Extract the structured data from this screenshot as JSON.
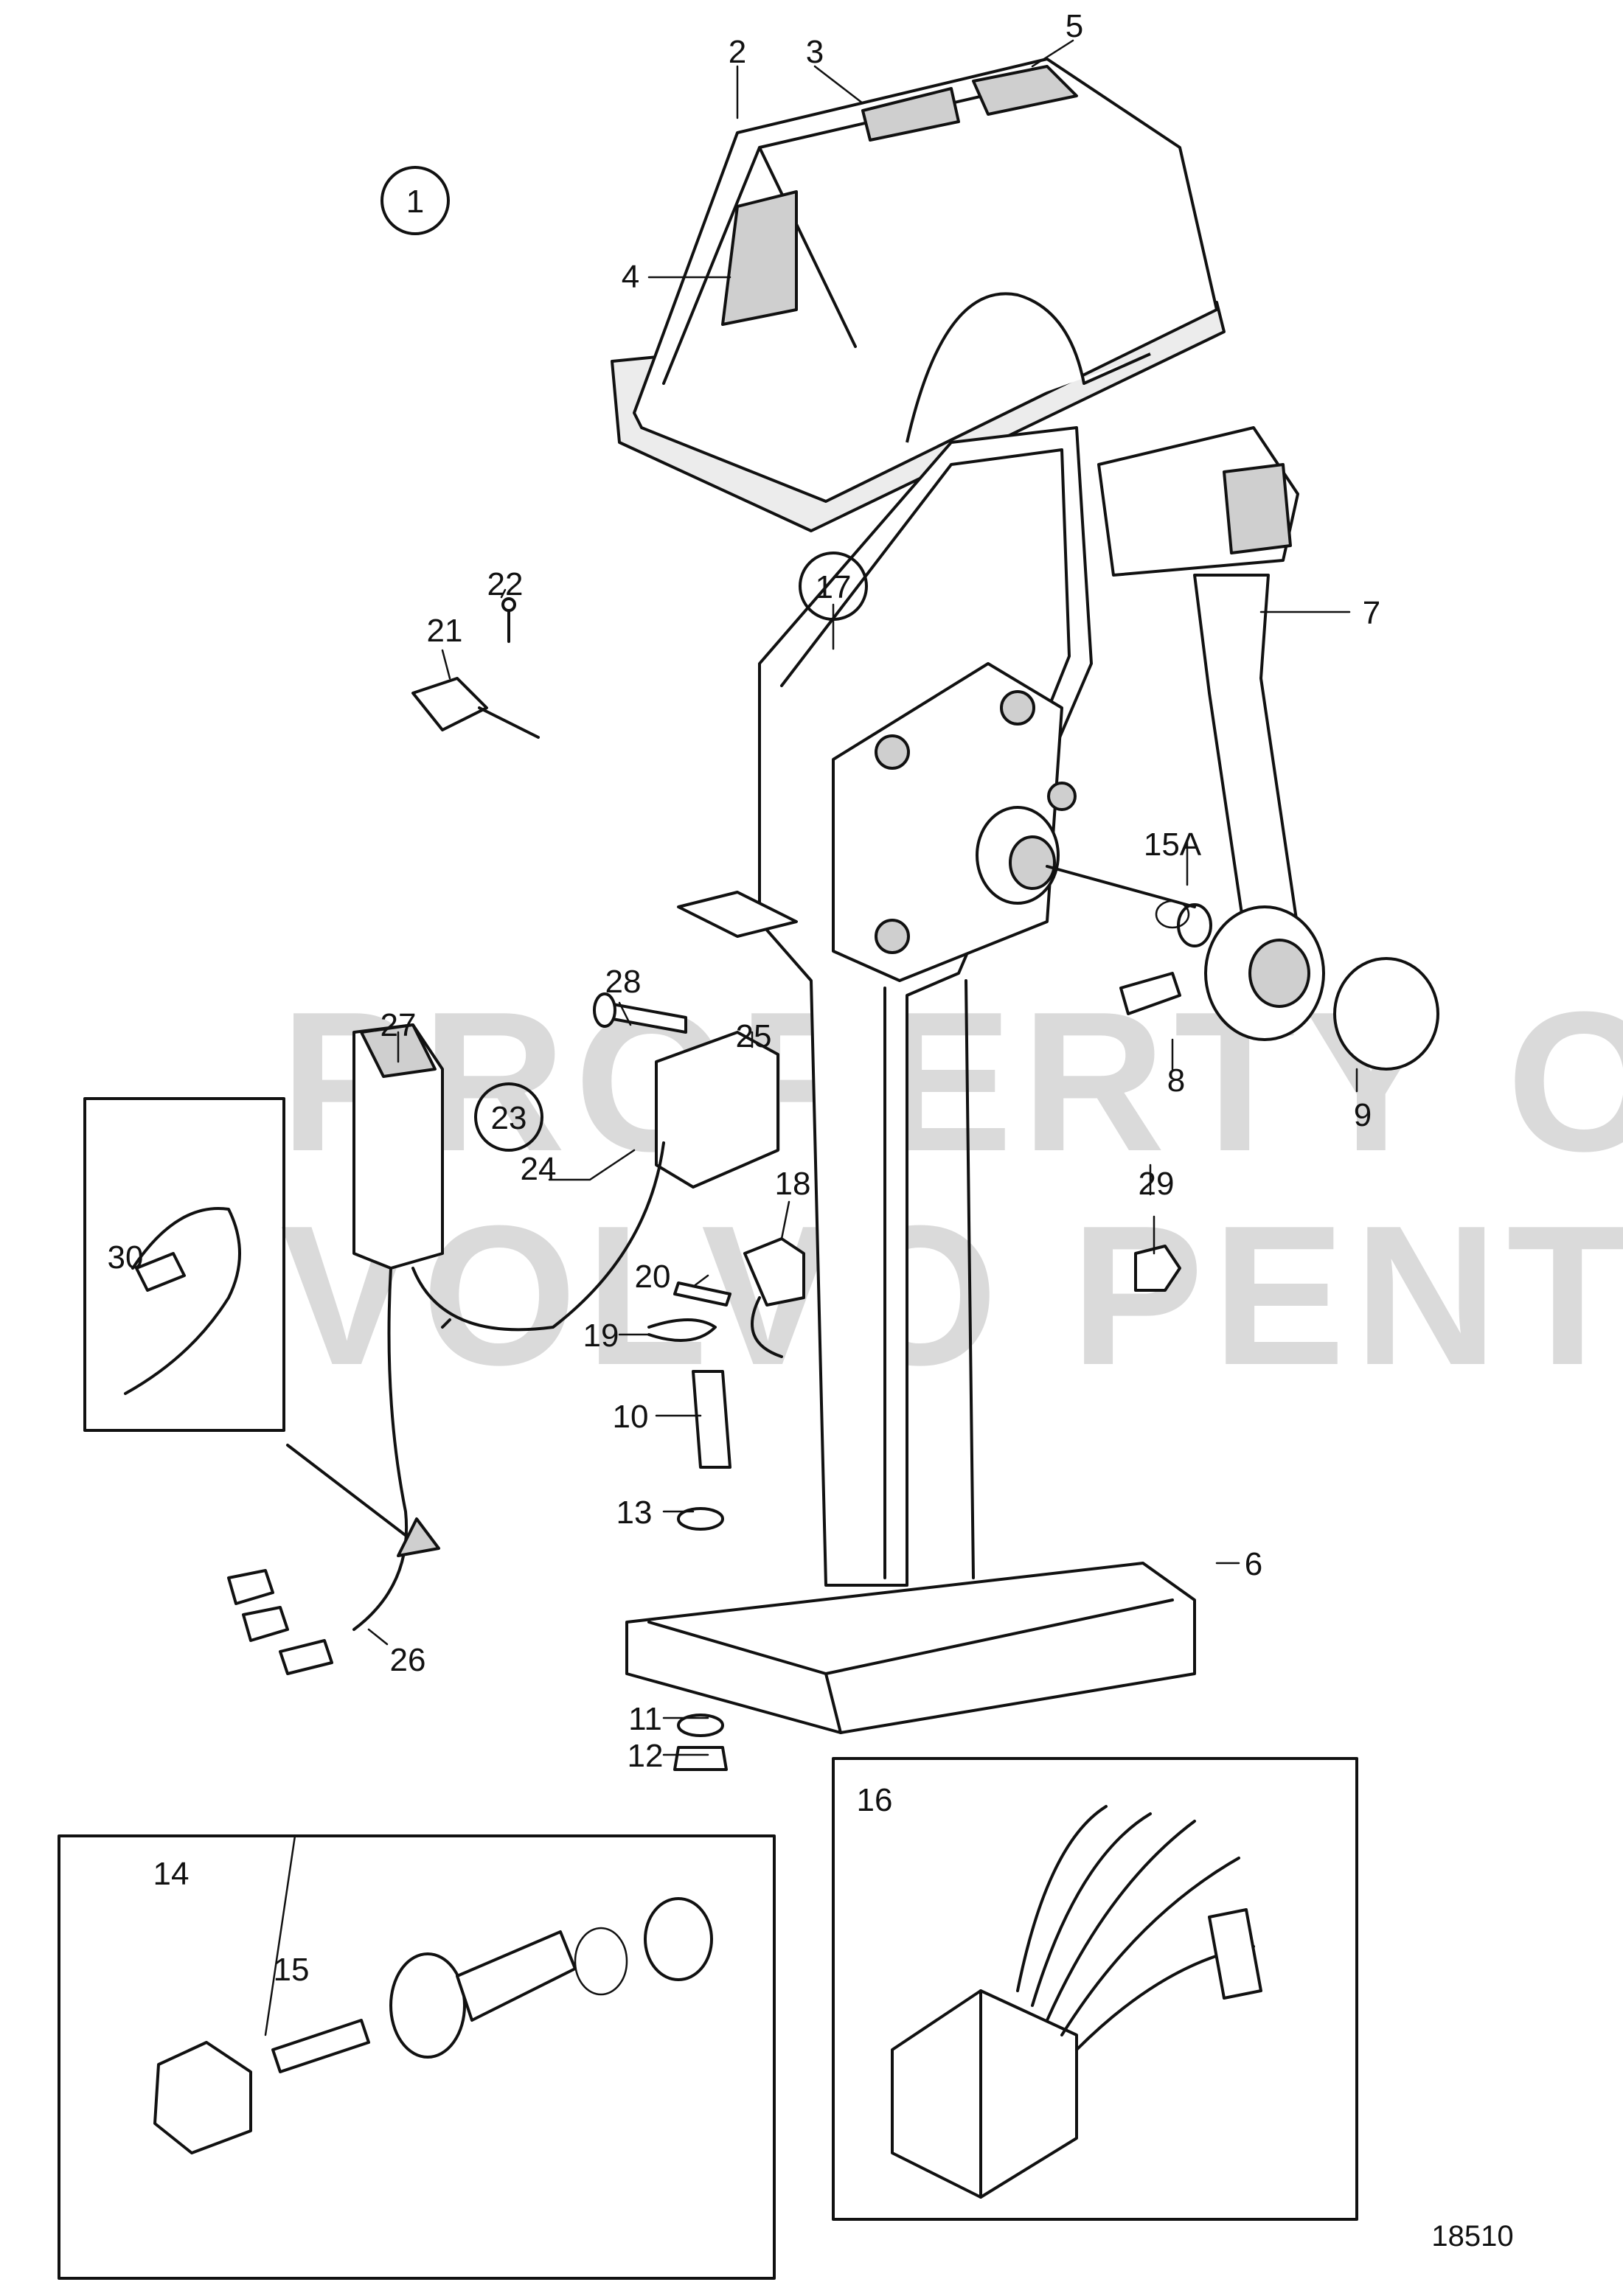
{
  "diagram": {
    "watermark_lines": [
      "PROPERTY OF",
      "VOLVO PENTA"
    ],
    "figure_number": "18510",
    "callouts": {
      "c1": "1",
      "c2": "2",
      "c3": "3",
      "c4": "4",
      "c5": "5",
      "c6": "6",
      "c7": "7",
      "c8": "8",
      "c9": "9",
      "c10": "10",
      "c11": "11",
      "c12": "12",
      "c13": "13",
      "c14": "14",
      "c15": "15",
      "c15a": "15A",
      "c16": "16",
      "c17": "17",
      "c18": "18",
      "c19": "19",
      "c20": "20",
      "c21": "21",
      "c22": "22",
      "c23": "23",
      "c24": "24",
      "c25": "25",
      "c26": "26",
      "c27": "27",
      "c28": "28",
      "c29": "29",
      "c30": "30"
    }
  }
}
